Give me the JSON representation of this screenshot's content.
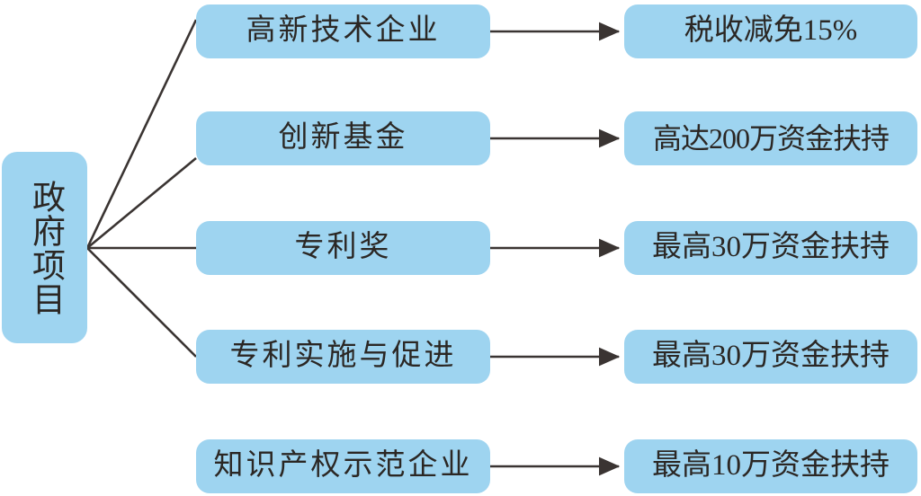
{
  "diagram": {
    "title_node": {
      "label": "政府项目",
      "orientation": "vertical"
    },
    "colors": {
      "node_fill": "#9ed4f0",
      "text": "#2b2724",
      "connector": "#3a3432",
      "background": "#ffffff"
    },
    "rows": [
      {
        "program": "高新技术企业",
        "benefit": "税收减免15%",
        "connected_to_root": true
      },
      {
        "program": "创新基金",
        "benefit": "高达200万资金扶持",
        "connected_to_root": true
      },
      {
        "program": "专利奖",
        "benefit": "最高30万资金扶持",
        "connected_to_root": true
      },
      {
        "program": "专利实施与促进",
        "benefit": "最高30万资金扶持",
        "connected_to_root": true
      },
      {
        "program": "知识产权示范企业",
        "benefit": "最高10万资金扶持",
        "connected_to_root": false
      }
    ]
  }
}
